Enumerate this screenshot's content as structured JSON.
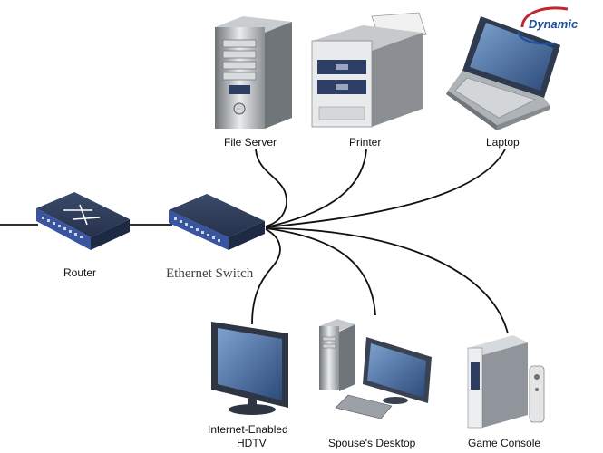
{
  "logo": {
    "text": "Dynamic"
  },
  "devices": {
    "file_server": "File Server",
    "printer": "Printer",
    "laptop": "Laptop",
    "router": "Router",
    "switch": "Ethernet Switch",
    "hdtv_line1": "Internet-Enabled",
    "hdtv_line2": "HDTV",
    "desktop": "Spouse's Desktop",
    "console": "Game Console"
  },
  "colors": {
    "cable": "#111111",
    "device_dark": "#2f3f5f",
    "device_port": "#1c3a7a",
    "screen": "#3d5f8f",
    "logo_blue": "#1f4fa0",
    "logo_red": "#c0272d"
  }
}
